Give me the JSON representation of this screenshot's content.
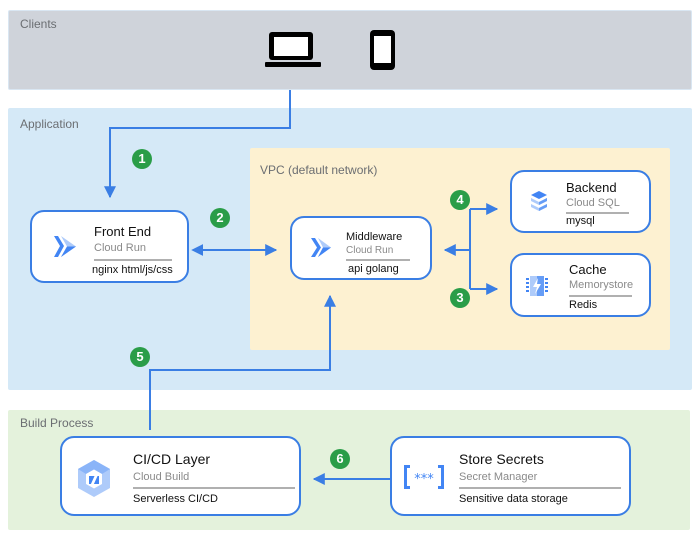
{
  "zones": {
    "clients": "Clients",
    "application": "Application",
    "vpc": "VPC (default network)",
    "build": "Build Process"
  },
  "clients": {
    "devices": [
      "laptop-icon",
      "smartphone-icon"
    ]
  },
  "services": {
    "frontend": {
      "title": "Front End",
      "service": "Cloud Run",
      "detail": "nginx html/js/css",
      "icon": "cloud-run-icon"
    },
    "middleware": {
      "title": "Middleware",
      "service": "Cloud Run",
      "detail": "api golang",
      "icon": "cloud-run-icon"
    },
    "backend": {
      "title": "Backend",
      "service": "Cloud SQL",
      "detail": "mysql",
      "icon": "cloud-sql-icon"
    },
    "cache": {
      "title": "Cache",
      "service": "Memorystore",
      "detail": "Redis",
      "icon": "memorystore-icon"
    },
    "cicd": {
      "title": "CI/CD Layer",
      "service": "Cloud Build",
      "detail": "Serverless CI/CD",
      "icon": "cloud-build-icon"
    },
    "secrets": {
      "title": "Store Secrets",
      "service": "Secret Manager",
      "detail": "Sensitive data storage",
      "icon": "secret-manager-icon"
    }
  },
  "steps": [
    "1",
    "2",
    "3",
    "4",
    "5",
    "6"
  ],
  "colors": {
    "accent": "#3a7ee4",
    "badge": "#2a9d48",
    "clients_bg": "#cfd3da",
    "app_bg": "#d5e9f7",
    "vpc_bg": "#fdf1d1",
    "build_bg": "#e4f2dc"
  }
}
